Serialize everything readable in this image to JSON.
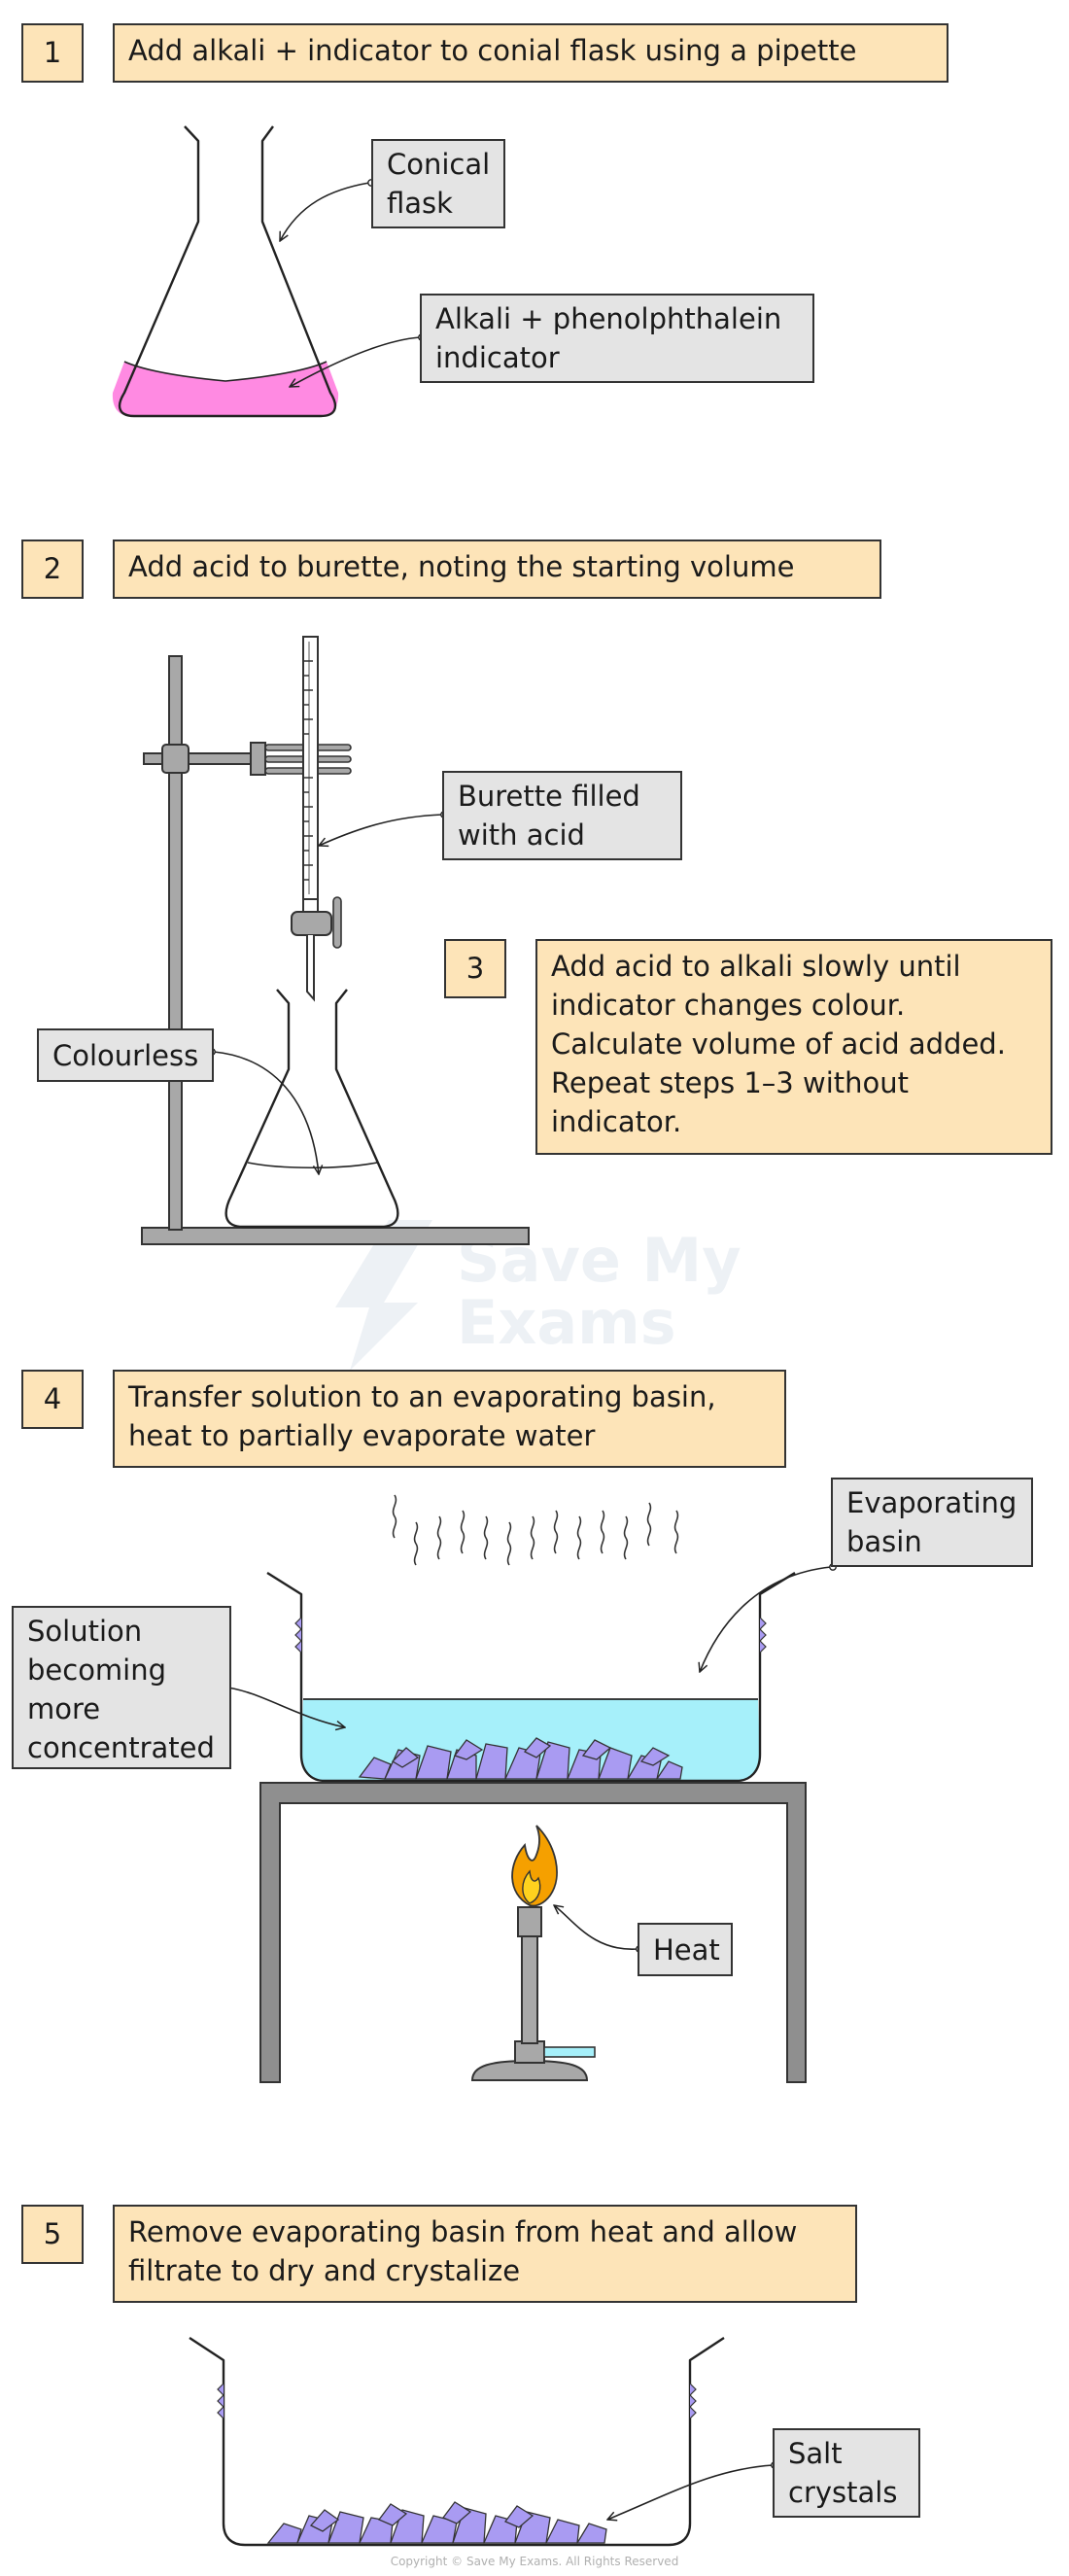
{
  "steps": [
    {
      "number": "1",
      "text": "Add alkali + indicator to conial flask using a pipette"
    },
    {
      "number": "2",
      "text": "Add acid to burette, noting the starting volume"
    },
    {
      "number": "3",
      "text": "Add acid to alkali slowly until\nindicator changes colour.\nCalculate volume of acid added.\nRepeat steps 1–3 without\nindicator."
    },
    {
      "number": "4",
      "text": "Transfer solution to an evaporating basin,\nheat to partially evaporate water"
    },
    {
      "number": "5",
      "text": "Remove evaporating basin from heat and allow\nfiltrate to dry and crystalize"
    }
  ],
  "labels": {
    "conical_flask": "Conical\nflask",
    "alkali": "Alkali + phenolphthalein\nindicator",
    "burette": "Burette filled\nwith acid",
    "colourless": "Colourless",
    "evaporating_basin": "Evaporating\nbasin",
    "solution": "Solution\nbecoming\nmore\nconcentrated",
    "heat": "Heat",
    "salt_crystals": "Salt\ncrystals"
  },
  "watermark": "Save My\nExams",
  "footer": "Copyright © Save My Exams. All Rights Reserved",
  "colors": {
    "step_box": "#fde4b8",
    "label_box": "#e4e4e4",
    "alkali_pink": "#ff8ae2",
    "solution_blue": "#a6f0fa",
    "crystal_purple": "#a99bf2",
    "stand_grey": "#a8a8a8",
    "flame_orange": "#f5a000",
    "flame_yellow": "#ffd21e"
  }
}
